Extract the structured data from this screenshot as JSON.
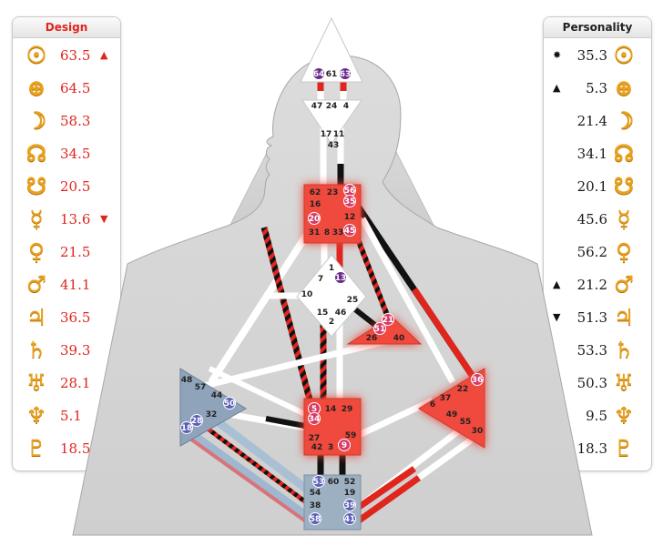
{
  "design": {
    "title": "Design",
    "rows": [
      {
        "icon": "sun-icon",
        "glyph": "☉",
        "value": "63.5",
        "arrow": "▲"
      },
      {
        "icon": "earth-icon",
        "glyph": "⊕",
        "value": "64.5",
        "arrow": ""
      },
      {
        "icon": "moon-icon",
        "glyph": "☽",
        "value": "58.3",
        "arrow": ""
      },
      {
        "icon": "north-node-icon",
        "glyph": "☊",
        "value": "34.5",
        "arrow": ""
      },
      {
        "icon": "south-node-icon",
        "glyph": "☋",
        "value": "20.5",
        "arrow": ""
      },
      {
        "icon": "mercury-icon",
        "glyph": "☿",
        "value": "13.6",
        "arrow": "▼"
      },
      {
        "icon": "venus-icon",
        "glyph": "♀",
        "value": "21.5",
        "arrow": ""
      },
      {
        "icon": "mars-icon",
        "glyph": "♂",
        "value": "41.1",
        "arrow": ""
      },
      {
        "icon": "jupiter-icon",
        "glyph": "♃",
        "value": "36.5",
        "arrow": ""
      },
      {
        "icon": "saturn-icon",
        "glyph": "♄",
        "value": "39.3",
        "arrow": ""
      },
      {
        "icon": "uranus-icon",
        "glyph": "♅",
        "value": "28.1",
        "arrow": ""
      },
      {
        "icon": "neptune-icon",
        "glyph": "♆",
        "value": "5.1",
        "arrow": "▼"
      },
      {
        "icon": "pluto-icon",
        "glyph": "♇",
        "value": "18.5",
        "arrow": ""
      }
    ]
  },
  "personality": {
    "title": "Personality",
    "rows": [
      {
        "icon": "sun-icon",
        "glyph": "☉",
        "value": "35.3",
        "arrow": "✸"
      },
      {
        "icon": "earth-icon",
        "glyph": "⊕",
        "value": "5.3",
        "arrow": "▲"
      },
      {
        "icon": "moon-icon",
        "glyph": "☽",
        "value": "21.4",
        "arrow": ""
      },
      {
        "icon": "north-node-icon",
        "glyph": "☊",
        "value": "34.1",
        "arrow": ""
      },
      {
        "icon": "south-node-icon",
        "glyph": "☋",
        "value": "20.1",
        "arrow": ""
      },
      {
        "icon": "mercury-icon",
        "glyph": "☿",
        "value": "45.6",
        "arrow": ""
      },
      {
        "icon": "venus-icon",
        "glyph": "♀",
        "value": "56.2",
        "arrow": ""
      },
      {
        "icon": "mars-icon",
        "glyph": "♂",
        "value": "21.2",
        "arrow": "▲"
      },
      {
        "icon": "jupiter-icon",
        "glyph": "♃",
        "value": "51.3",
        "arrow": "▼"
      },
      {
        "icon": "saturn-icon",
        "glyph": "♄",
        "value": "53.3",
        "arrow": ""
      },
      {
        "icon": "uranus-icon",
        "glyph": "♅",
        "value": "50.3",
        "arrow": ""
      },
      {
        "icon": "neptune-icon",
        "glyph": "♆",
        "value": "9.5",
        "arrow": ""
      },
      {
        "icon": "pluto-icon",
        "glyph": "♇",
        "value": "18.3",
        "arrow": ""
      }
    ]
  },
  "colors": {
    "design_red": "#e0251d",
    "defined_center": "#f04a3c",
    "personality_black": "#111111",
    "spleen_blue": "#8fa3bb",
    "root_blue": "#9cb0c2",
    "gate_purple": "#6a2a8c",
    "gate_red_badge": "#d63b66",
    "gate_blue_badge": "#5b5fb6",
    "glyph_gold": "#e9a21c"
  },
  "bodygraph": {
    "head": {
      "gates": [
        "64",
        "61",
        "63"
      ]
    },
    "ajna": {
      "gates": [
        "47",
        "24",
        "4"
      ]
    },
    "throat": {
      "gates": [
        "17",
        "11",
        "43",
        "62",
        "23",
        "56",
        "16",
        "35",
        "20",
        "12",
        "31",
        "8",
        "33",
        "45"
      ]
    },
    "g_center": {
      "gates": [
        "1",
        "7",
        "13",
        "10",
        "25",
        "15",
        "46",
        "2"
      ]
    },
    "heart": {
      "gates": [
        "21",
        "51",
        "26",
        "40"
      ]
    },
    "spleen": {
      "gates": [
        "48",
        "57",
        "44",
        "50",
        "32",
        "28",
        "18"
      ]
    },
    "sacral": {
      "gates": [
        "5",
        "14",
        "29",
        "34",
        "27",
        "59",
        "42",
        "3",
        "9"
      ]
    },
    "solar_plexus": {
      "gates": [
        "36",
        "22",
        "37",
        "6",
        "49",
        "55",
        "30"
      ]
    },
    "root": {
      "gates": [
        "53",
        "60",
        "52",
        "54",
        "19",
        "38",
        "39",
        "58",
        "41"
      ]
    }
  }
}
